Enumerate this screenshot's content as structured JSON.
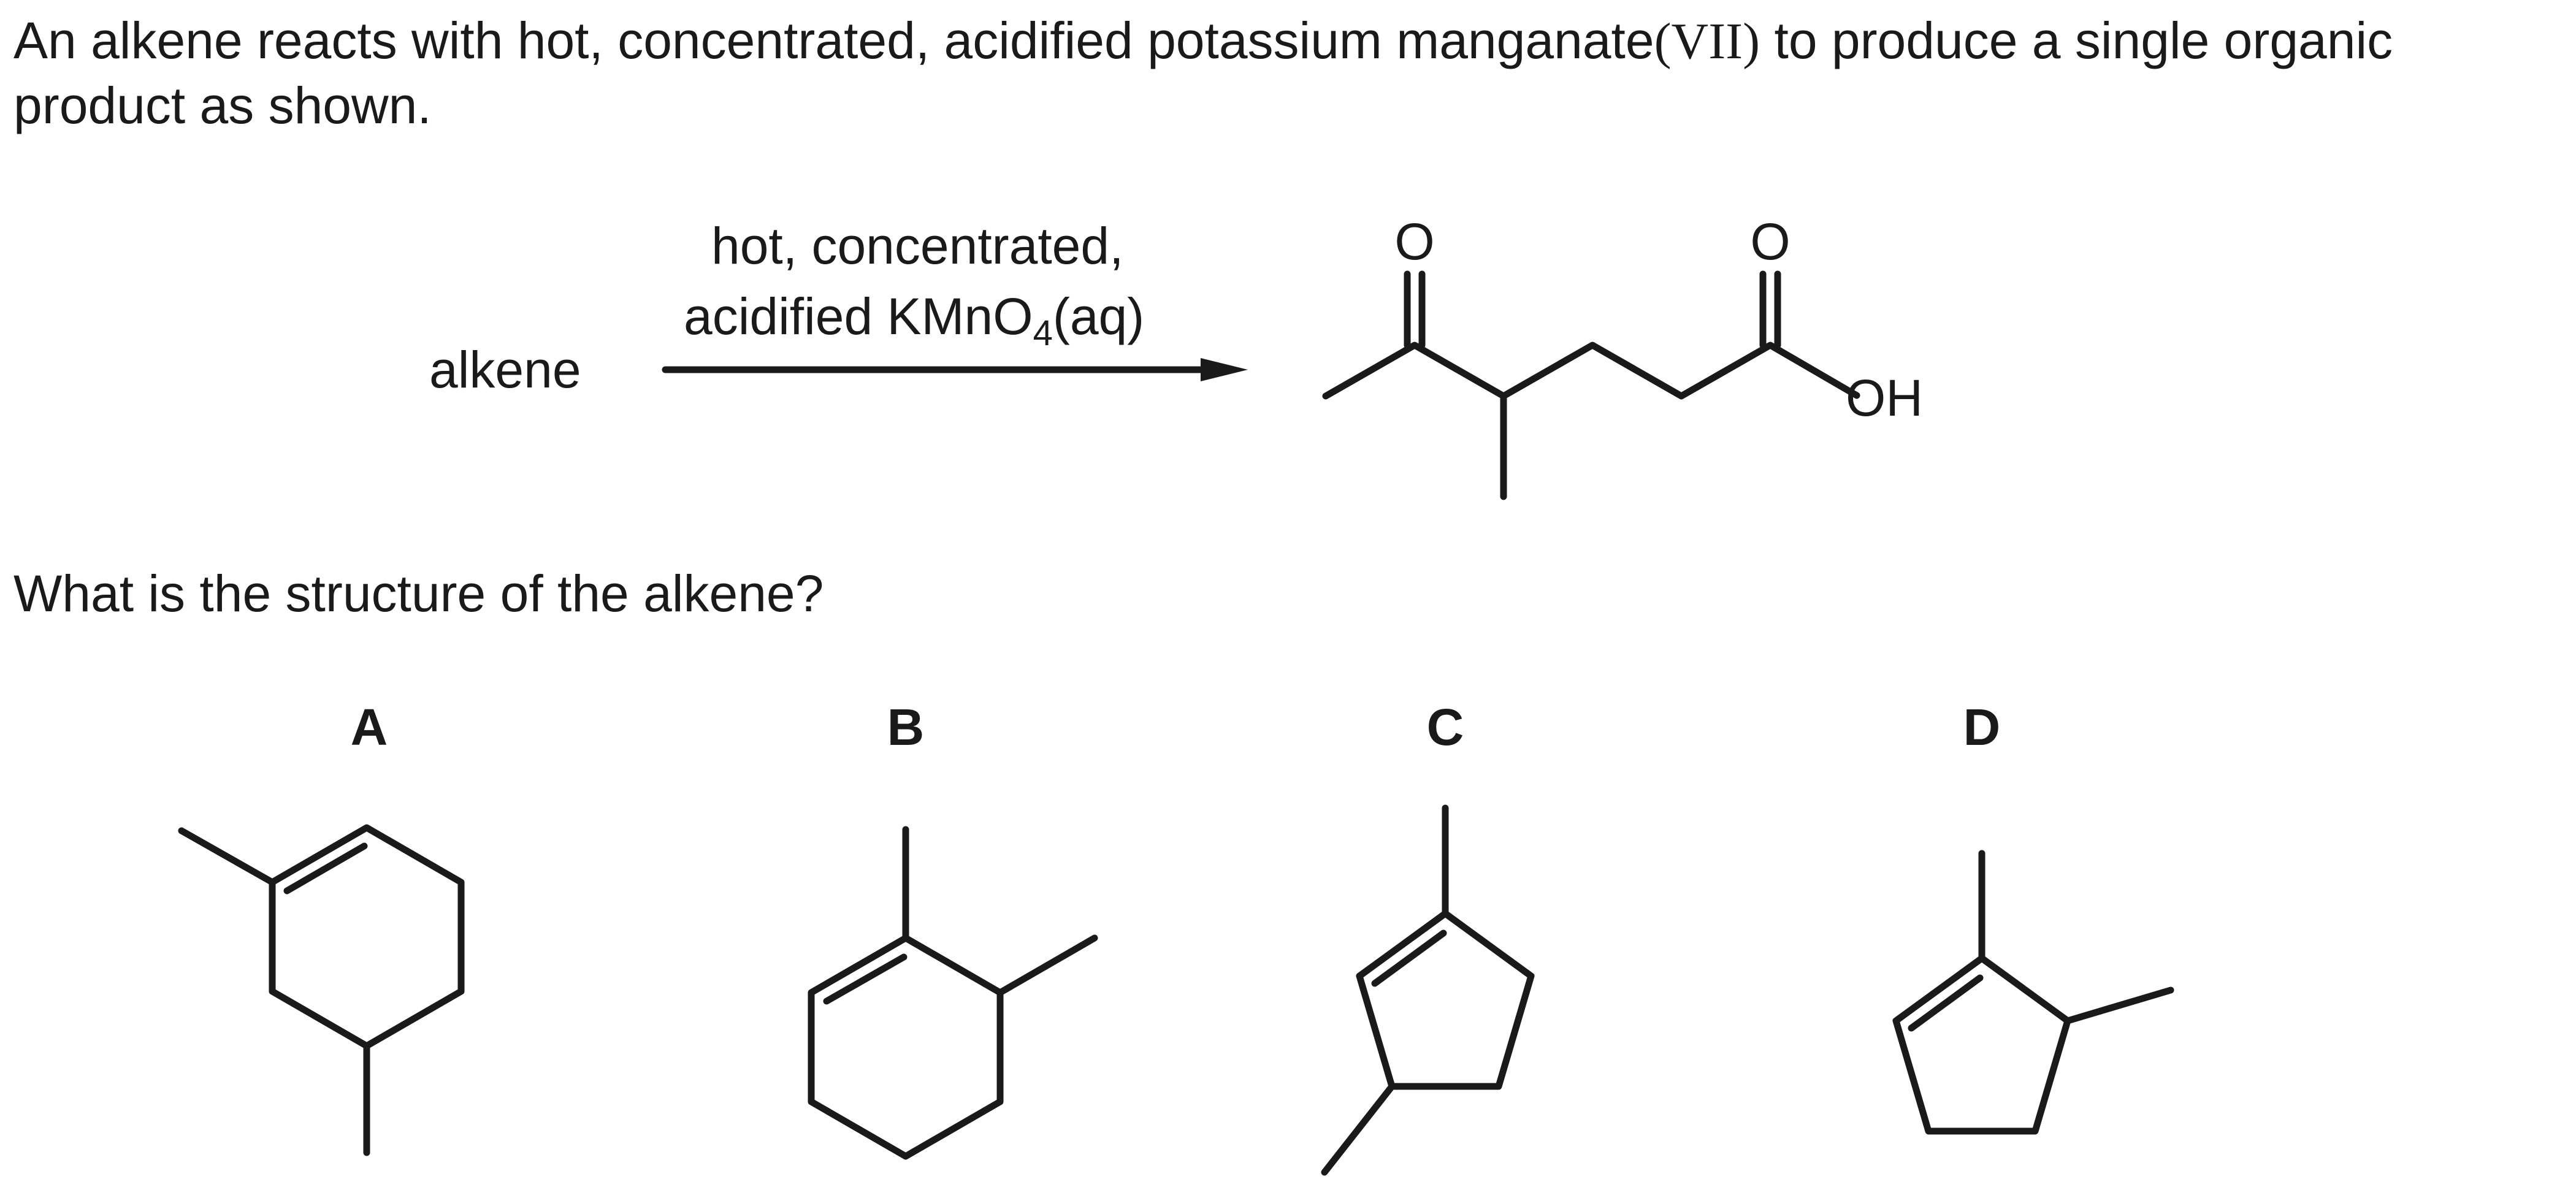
{
  "intro": {
    "part1": "An alkene reacts with hot, concentrated, acidified potassium manganate",
    "oxidation_state": "(VII)",
    "part2": " to produce a single organic product as shown."
  },
  "reaction": {
    "reactant": "alkene",
    "conditions_line1": "hot, concentrated,",
    "conditions_line2_prefix": "acidified KMnO",
    "conditions_subscript": "4",
    "conditions_line2_suffix": "(aq)",
    "product_atoms": {
      "ketone_oxygen": "O",
      "acid_oxygen": "O",
      "hydroxyl": "OH"
    }
  },
  "question": "What is the structure of the alkene?",
  "options": [
    "A",
    "B",
    "C",
    "D"
  ]
}
